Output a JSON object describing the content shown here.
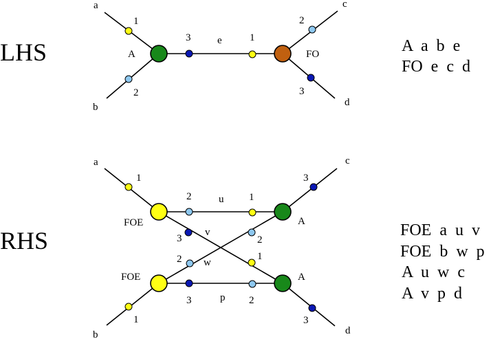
{
  "colors": {
    "green": "#18881a",
    "orange": "#c06010",
    "yellow": "#ffff14",
    "light_blue": "#8ec8f0",
    "dark_blue": "#0a18b4"
  },
  "lhs": {
    "title": "LHS",
    "ext_a": "a",
    "ext_b": "b",
    "ext_c": "c",
    "ext_d": "d",
    "node_A": "A",
    "node_FO": "FO",
    "edge_e": "e",
    "port_a": "1",
    "port_b": "2",
    "port_e_A": "3",
    "port_e_FO": "1",
    "port_c": "2",
    "port_d": "3",
    "terms": [
      "A  a  b  e",
      "FO  e  c  d"
    ]
  },
  "rhs": {
    "title": "RHS",
    "ext_a": "a",
    "ext_b": "b",
    "ext_c": "c",
    "ext_d": "d",
    "node_foe_top": "FOE",
    "node_foe_bottom": "FOE",
    "node_A_top": "A",
    "node_A_bottom": "A",
    "edge_u": "u",
    "edge_v": "v",
    "edge_w": "w",
    "edge_p": "p",
    "port_a": "1",
    "port_u_foe": "2",
    "port_v_foe": "3",
    "port_u_A": "1",
    "port_w_A": "2",
    "port_c": "3",
    "port_w_foe": "2",
    "port_b": "1",
    "port_p_foe": "3",
    "port_v_A": "1",
    "port_p_A": "2",
    "port_d": "3",
    "terms": [
      "FOE  a  u  v",
      "FOE  b  w  p",
      "A  u  w  c",
      "A  v  p  d"
    ]
  }
}
